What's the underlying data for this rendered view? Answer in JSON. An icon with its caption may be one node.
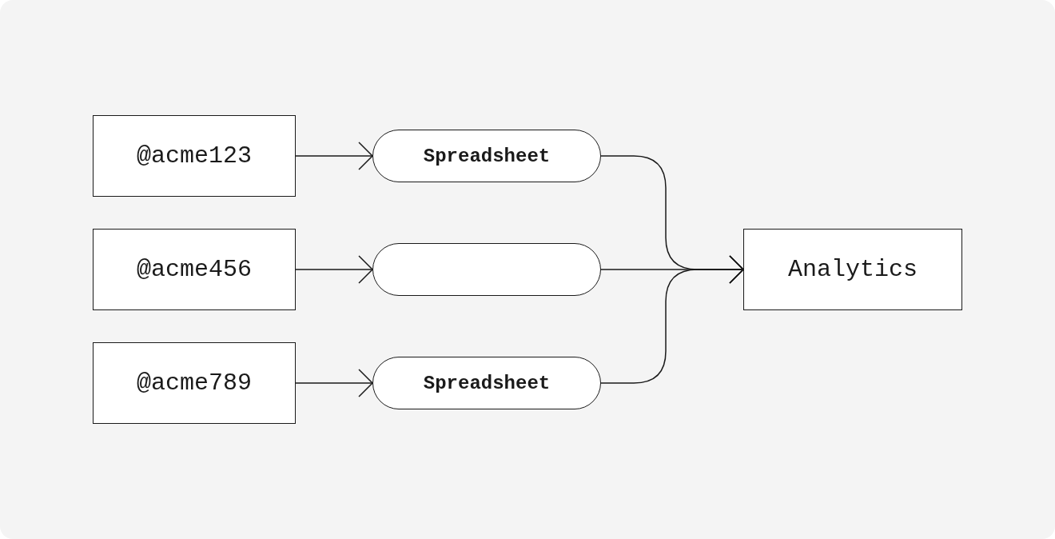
{
  "diagram": {
    "nodes": [
      {
        "text": [
          "@acme123"
        ]
      },
      {
        "text": [
          "Spreadsheet"
        ]
      },
      {
        "text": [
          "@acme456"
        ]
      },
      {
        "text": [],
        "shape": "pill"
      },
      {
        "text": [
          "@acme789"
        ]
      },
      {
        "text": [
          "Spreadsheet"
        ]
      },
      {
        "text": [
          "Analytics"
        ]
      }
    ],
    "edges": [
      {
        "from": 0,
        "to": 1,
        "arrow": "to"
      },
      {
        "from": 2,
        "to": 3,
        "arrow": "to"
      },
      {
        "from": 4,
        "to": 5,
        "arrow": "to"
      },
      {
        "from": 1,
        "to": 6,
        "arrow": "to"
      },
      {
        "from": 3,
        "to": 6,
        "arrow": "to"
      },
      {
        "from": 5,
        "to": 6,
        "arrow": "to"
      }
    ]
  }
}
